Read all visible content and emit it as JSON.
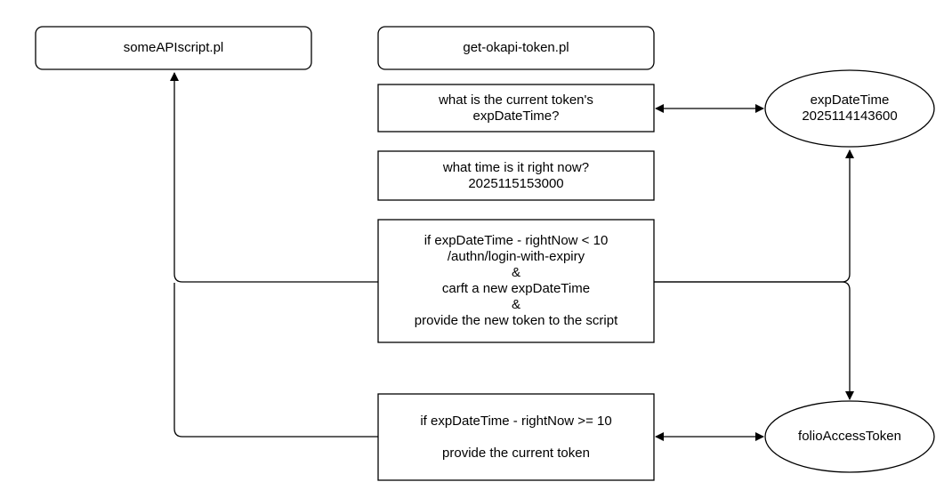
{
  "nodes": {
    "some_api_script": "someAPIscript.pl",
    "get_okapi_token": "get-okapi-token.pl",
    "current_token_question": "what is the current token's\nexpDateTime?",
    "time_now_question": "what time is it right now?\n2025115153000",
    "expired_branch": "if expDateTime - rightNow < 10\n/authn/login-with-expiry\n&\ncarft a new expDateTime\n&\nprovide the new token to the script",
    "valid_branch": "if expDateTime - rightNow >= 10\n\nprovide the current token",
    "exp_date_time": "expDateTime\n2025114143600",
    "folio_access_token": "folioAccessToken"
  },
  "colors": {
    "stroke": "#000000",
    "fill": "#ffffff"
  }
}
